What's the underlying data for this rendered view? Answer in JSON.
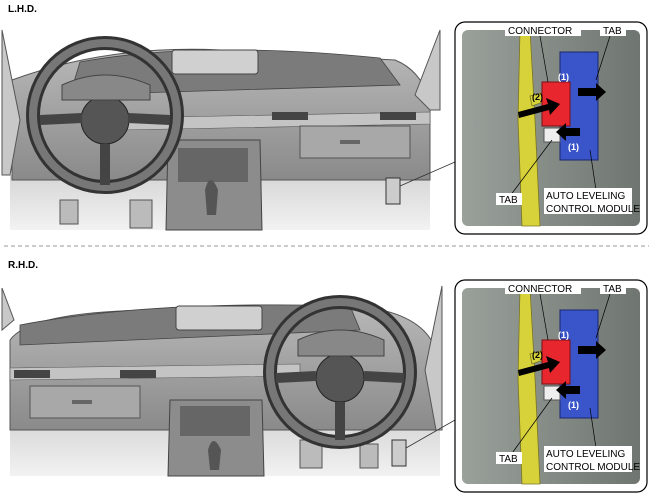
{
  "sections": [
    {
      "heading": "L.H.D.",
      "inset": {
        "connector": "CONNECTOR",
        "tab_top": "TAB",
        "tab_bottom": "TAB",
        "module_line1": "AUTO LEVELING",
        "module_line2": "CONTROL MODULE",
        "step1_upper": "(1)",
        "step1_lower": "(1)",
        "step2": "(2)"
      }
    },
    {
      "heading": "R.H.D.",
      "inset": {
        "connector": "CONNECTOR",
        "tab_top": "TAB",
        "tab_bottom": "TAB",
        "module_line1": "AUTO LEVELING",
        "module_line2": "CONTROL MODULE",
        "step1_upper": "(1)",
        "step1_lower": "(1)",
        "step2": "(2)"
      }
    }
  ],
  "colors": {
    "connector": "#e8262e",
    "module": "#3a55c9",
    "harness": "#d8d23a",
    "dashboard": "#9a9a9a"
  }
}
